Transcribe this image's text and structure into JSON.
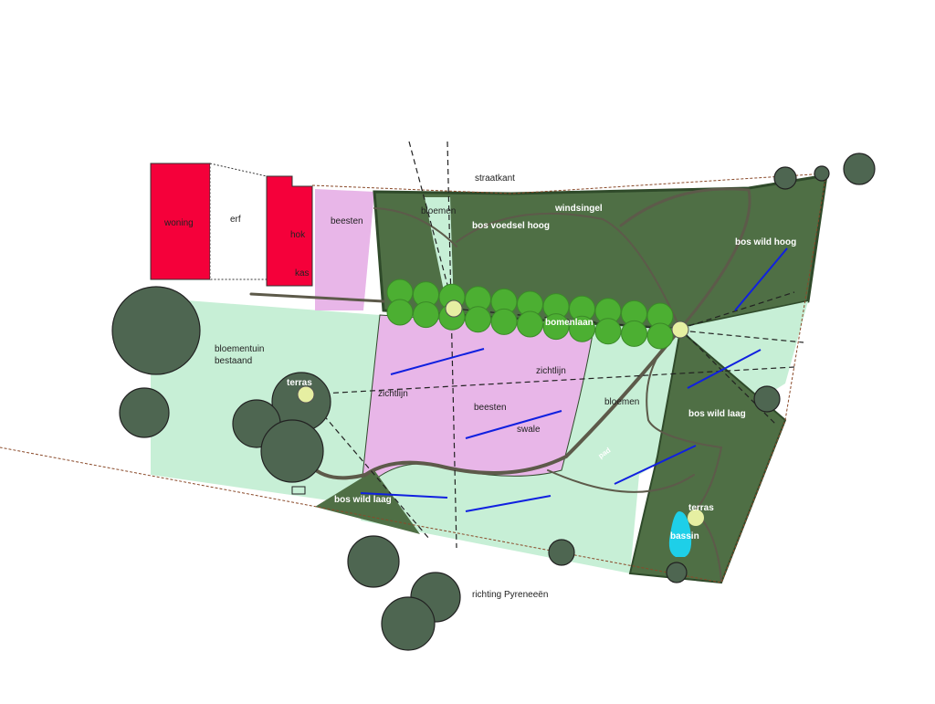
{
  "labels": {
    "woning": "woning",
    "erf": "erf",
    "hok": "hok",
    "kas": "kas",
    "beesten_top": "beesten",
    "bloemen_top": "bloemen",
    "straatkant": "straatkant",
    "windsingel": "windsingel",
    "bos_voedsel_hoog": "bos voedsel hoog",
    "bos_wild_hoog": "bos wild hoog",
    "bomenlaan": "bomenlaan",
    "bloementuin": "bloementuin",
    "bestaand": "bestaand",
    "terras_left": "terras",
    "zichtlijn_left": "zichtlijn",
    "zichtlijn_right": "zichtlijn",
    "beesten_mid": "beesten",
    "swale": "swale",
    "bloemen_right": "bloemen",
    "bos_wild_laag_right": "bos wild laag",
    "pad": "pad",
    "bos_wild_laag_left": "bos wild laag",
    "terras_right": "terras",
    "bassin": "bassin",
    "richting": "richting Pyreneeën"
  },
  "colors": {
    "building": "#f5003a",
    "animals": "#e8b6e8",
    "flowers": "#c7efd6",
    "forest": "#4f6f45",
    "tree": "#4e6651",
    "avenue_tree": "#4caf32",
    "terrace": "#e6efa2",
    "pond": "#1ecfe8",
    "swale_line": "#1020e0",
    "path": "#5d5a4a"
  }
}
